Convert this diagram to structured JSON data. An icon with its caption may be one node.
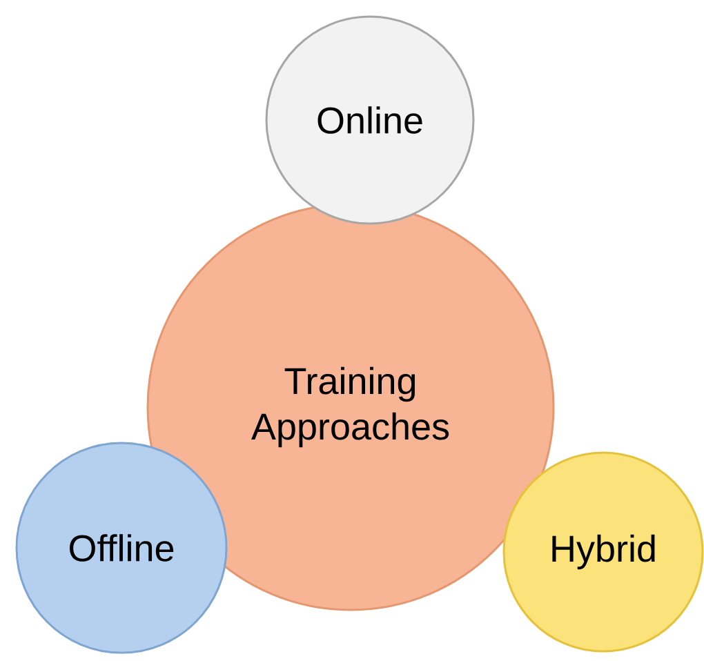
{
  "diagram": {
    "nodes": [
      {
        "text": [
          "Online"
        ]
      },
      {
        "text": [
          "Training Approaches"
        ]
      },
      {
        "text": [
          "Offline"
        ]
      },
      {
        "text": [
          "Hybrid"
        ]
      }
    ]
  }
}
